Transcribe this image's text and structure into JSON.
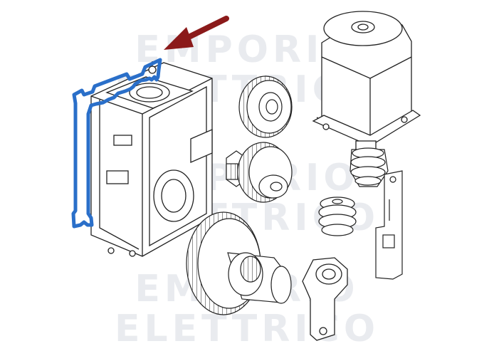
{
  "watermark": {
    "line1": "EMPORIO ELETTRICO",
    "line2": "EMPORIO ELETTRICO",
    "line3": "EMPORIO ELETTRICO"
  },
  "colors": {
    "highlight_gasket": "#2a6fc9",
    "arrow": "#8b1a1a",
    "line": "#222222",
    "watermark": "#e9ebef"
  },
  "highlighted_part": "gasket",
  "icons": {
    "pointer": "arrow-icon"
  }
}
